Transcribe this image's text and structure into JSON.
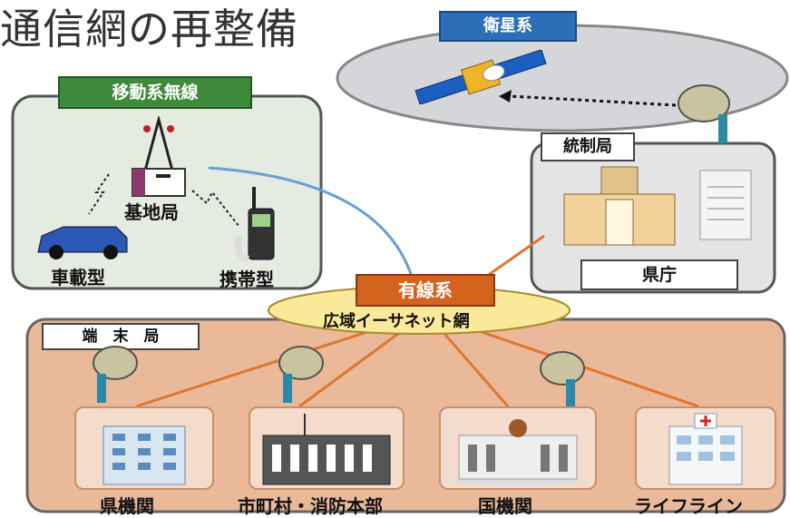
{
  "title": "通信網の再整備",
  "satellite": {
    "tag": "衛星系"
  },
  "mobile": {
    "tag": "移動系無線",
    "base": "基地局",
    "vehicle": "車載型",
    "handheld": "携帯型"
  },
  "control": {
    "tag": "統制局",
    "office": "県庁"
  },
  "wired": {
    "tag": "有線系",
    "network": "広域イーサネット網"
  },
  "terminal": {
    "tag": "端　末　局",
    "items": [
      {
        "label": "県機関"
      },
      {
        "label": "市町村・消防本部"
      },
      {
        "label": "国機関"
      },
      {
        "label": "ライフライン"
      }
    ]
  },
  "colors": {
    "green": "#3f8a3a",
    "blue": "#2a6fb8",
    "orange": "#d4631e",
    "terminal_bg": "#e9b99a",
    "gray_panel": "#e4e4e4"
  }
}
